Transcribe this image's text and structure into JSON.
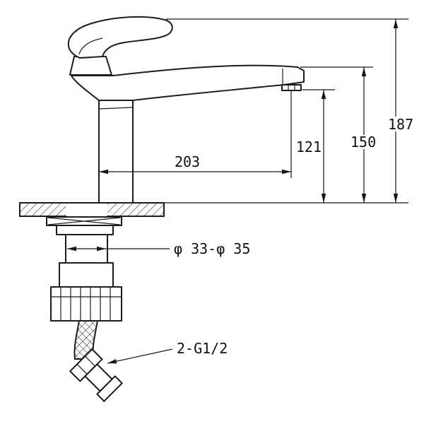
{
  "drawing": {
    "dimensions": {
      "spout_reach": "203",
      "outlet_height": "121",
      "spout_height": "150",
      "overall_height": "187",
      "mounting_hole_diameter": "φ 33-φ 35",
      "hose_thread": "2-G1/2"
    }
  }
}
